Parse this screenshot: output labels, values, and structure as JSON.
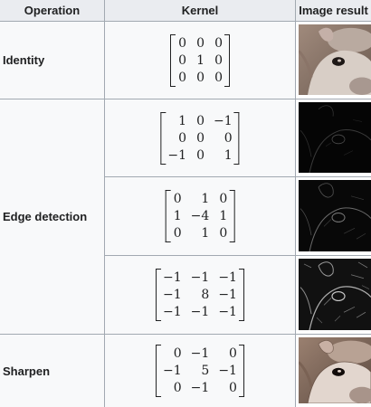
{
  "headers": {
    "operation": "Operation",
    "kernel": "Kernel",
    "image_result": "Image result"
  },
  "operations": {
    "identity": "Identity",
    "edge_detection": "Edge detection",
    "sharpen": "Sharpen"
  },
  "kernels": [
    {
      "cells": [
        "0",
        "0",
        "0",
        "0",
        "1",
        "0",
        "0",
        "0",
        "0"
      ]
    },
    {
      "cells": [
        "1",
        "0",
        "−1",
        "0",
        "0",
        "0",
        "−1",
        "0",
        "1"
      ]
    },
    {
      "cells": [
        "0",
        "1",
        "0",
        "1",
        "−4",
        "1",
        "0",
        "1",
        "0"
      ]
    },
    {
      "cells": [
        "−1",
        "−1",
        "−1",
        "−1",
        "8",
        "−1",
        "−1",
        "−1",
        "−1"
      ]
    },
    {
      "cells": [
        "0",
        "−1",
        "0",
        "−1",
        "5",
        "−1",
        "0",
        "−1",
        "0"
      ]
    }
  ],
  "images": [
    {
      "icon": "squirrel-photo-icon",
      "style": "original"
    },
    {
      "icon": "edge-detection-photo-icon",
      "style": "edges-faint"
    },
    {
      "icon": "edge-detection-photo-icon",
      "style": "edges-medium"
    },
    {
      "icon": "edge-detection-photo-icon",
      "style": "edges-strong"
    },
    {
      "icon": "sharpened-photo-icon",
      "style": "sharpened"
    }
  ],
  "colors": {
    "header_bg": "#eaecf0",
    "cell_bg": "#f8f9fa",
    "border": "#a2a9b1",
    "text": "#202122"
  }
}
